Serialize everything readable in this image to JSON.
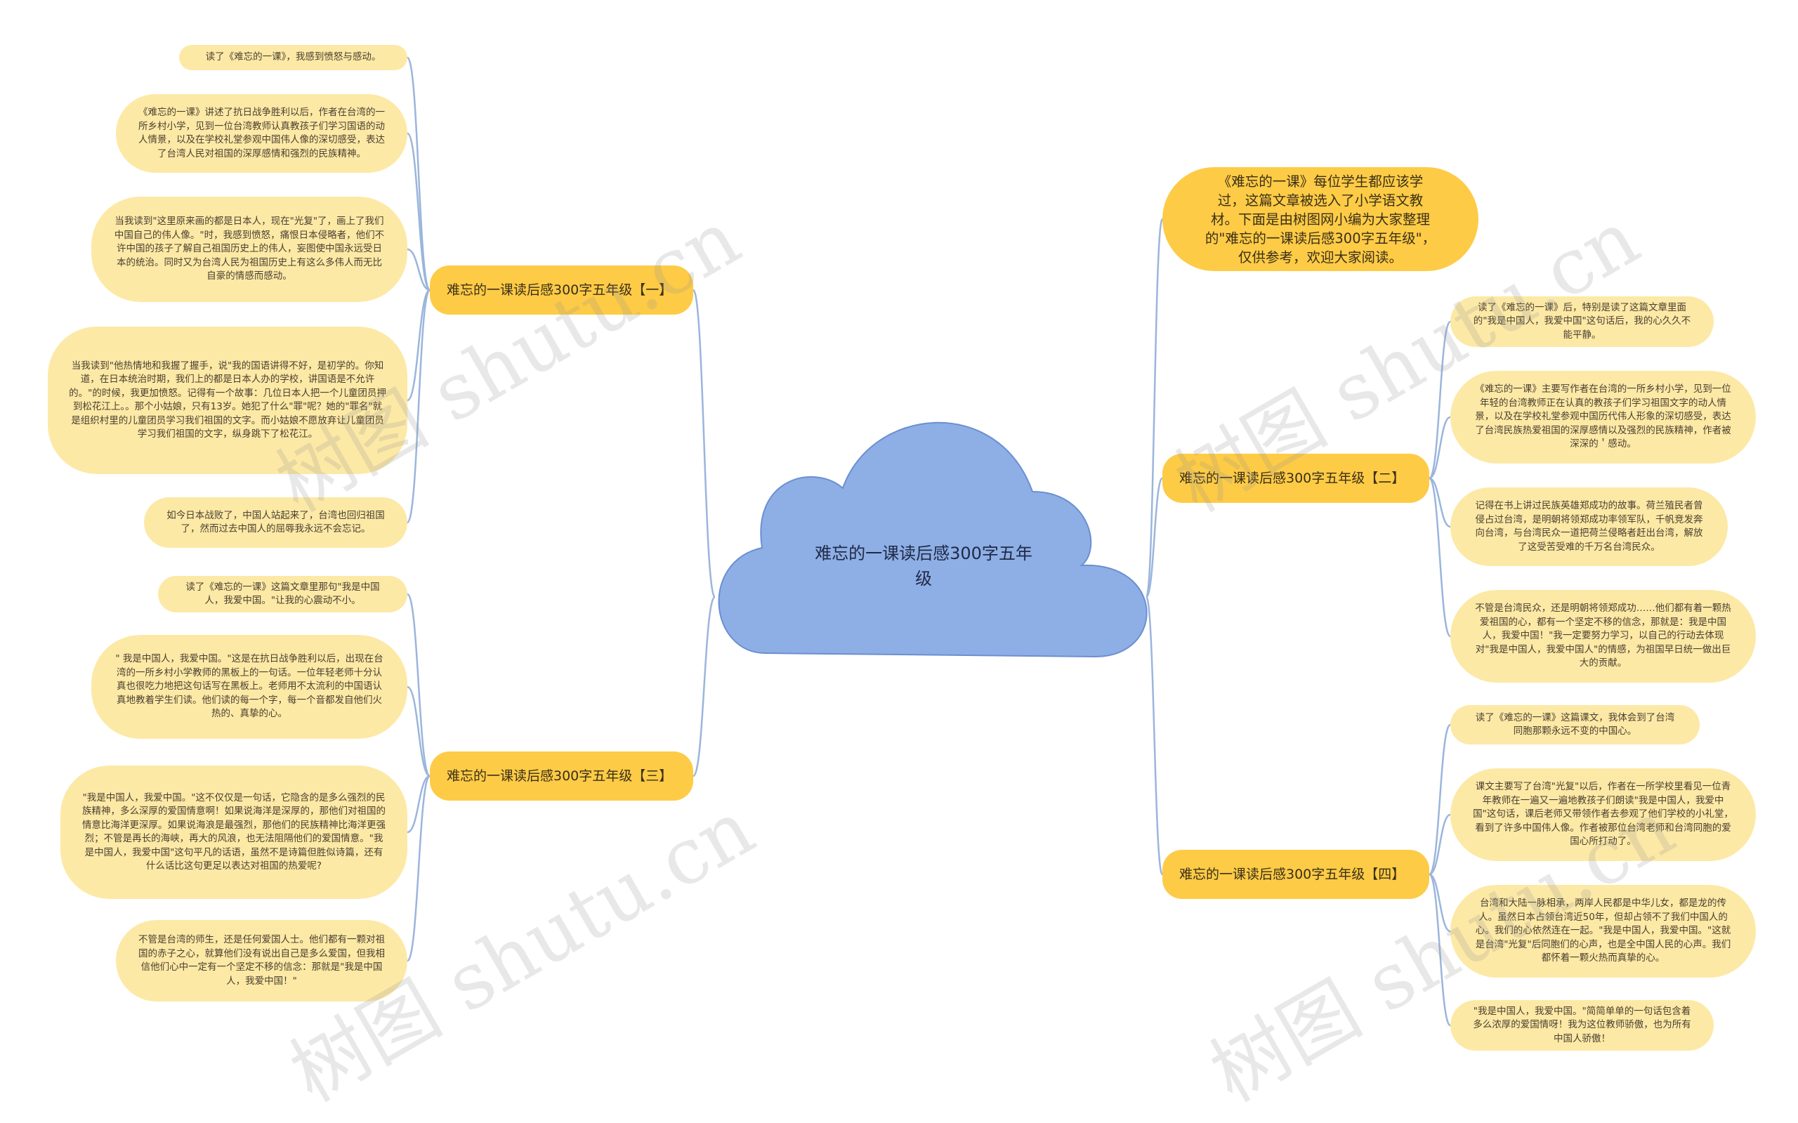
{
  "center": {
    "title": "难忘的一课读后感300字五年级"
  },
  "intro": "《难忘的一课》每位学生都应该学过，这篇文章被选入了小学语文教材。下面是由树图网小编为大家整理的\"难忘的一课读后感300字五年级\"，仅供参考，欢迎大家阅读。",
  "branches": [
    {
      "label": "难忘的一课读后感300字五年级【一】"
    },
    {
      "label": "难忘的一课读后感300字五年级【三】"
    },
    {
      "label": "难忘的一课读后感300字五年级【二】"
    },
    {
      "label": "难忘的一课读后感300字五年级【四】"
    }
  ],
  "b1_leaves": [
    "读了《难忘的一课》，我感到愤怒与感动。",
    "《难忘的一课》讲述了抗日战争胜利以后，作者在台湾的一所乡村小学，见到一位台湾教师认真教孩子们学习国语的动人情景，以及在学校礼堂参观中国伟人像的深切感受，表达了台湾人民对祖国的深厚感情和强烈的民族精神。",
    "当我读到\"这里原来画的都是日本人，现在\"光复\"了，画上了我们中国自己的伟人像。\"时，我感到愤怒，痛恨日本侵略者，他们不许中国的孩子了解自己祖国历史上的伟人，妄图使中国永远受日本的统治。同时又为台湾人民为祖国历史上有这么多伟人而无比自豪的情感而感动。",
    "当我读到\"他热情地和我握了握手，说\"我的国语讲得不好，是初学的。你知道，在日本统治时期，我们上的都是日本人办的学校，讲国语是不允许的。\"的时候，我更加愤怒。记得有一个故事：几位日本人把一个儿童团员押到松花江上。。那个小姑娘，只有13岁。她犯了什么\"罪\"呢？她的\"罪名\"就是组织村里的儿童团员学习我们祖国的文字。而小姑娘不愿放弃让儿童团员学习我们祖国的文字，纵身跳下了松花江。",
    "如今日本战败了，中国人站起来了，台湾也回归祖国了，然而过去中国人的屈辱我永远不会忘记。"
  ],
  "b3_leaves": [
    "读了《难忘的一课》这篇文章里那句\"我是中国人，我爱中国。\"让我的心震动不小。",
    "\" 我是中国人，我爱中国。\"这是在抗日战争胜利以后，出现在台湾的一所乡村小学教师的黑板上的一句话。一位年轻老师十分认真也很吃力地把这句话写在黑板上。老师用不太流利的中国语认真地教着学生们读。他们读的每一个字，每一个音都发自他们火热的、真挚的心。",
    "\"我是中国人，我爱中国。\"这不仅仅是一句话，它隐含的是多么强烈的民族精神，多么深厚的爱国情意啊！如果说海洋是深厚的，那他们对祖国的情意比海洋更深厚。如果说海浪是最强烈，那他们的民族精神比海洋更强烈；不管是再长的海峡，再大的风浪，也无法阻隔他们的爱国情意。\"我是中国人，我爱中国\"这句平凡的话语，虽然不是诗篇但胜似诗篇，还有什么话比这句更足以表达对祖国的热爱呢?",
    "不管是台湾的师生，还是任何爱国人士。他们都有一颗对祖国的赤子之心，就算他们没有说出自己是多么爱国，但我相信他们心中一定有一个坚定不移的信念：那就是\"我是中国人，我爱中国！\""
  ],
  "b2_leaves": [
    "读了《难忘的一课》后，特别是读了这篇文章里面的\"我是中国人，我爱中国\"这句话后，我的心久久不能平静。",
    "《难忘的一课》主要写作者在台湾的一所乡村小学，见到一位年轻的台湾教师正在认真的教孩子们学习祖国文字的动人情景，以及在学校礼堂参观中国历代伟人形象的深切感受，表达了台湾民族热爱祖国的深厚感情以及强烈的民族精神，作者被深深的＇感动。",
    "记得在书上讲过民族英雄郑成功的故事。荷兰殖民者曾侵占过台湾，是明朝将领郑成功率领军队，千帆竞发奔向台湾，与台湾民众一道把荷兰侵略者赶出台湾，解放了这受苦受难的千万名台湾民众。",
    "不管是台湾民众，还是明朝将领郑成功……他们都有着一颗热爱祖国的心，都有一个坚定不移的信念，那就是：我是中国人，我爱中国！\"我一定要努力学习，以自己的行动去体现对\"我是中国人，我爱中国人\"的情感，为祖国早日统一做出巨大的贡献。"
  ],
  "b4_leaves": [
    "读了《难忘的一课》这篇课文，我体会到了台湾同胞那颗永远不变的中国心。",
    "课文主要写了台湾\"光复\"以后，作者在一所学校里看见一位青年教师在一遍又一遍地教孩子们朗读\"我是中国人，我爱中国\"这句话，课后老师又带领作者去参观了他们学校的小礼堂，看到了许多中国伟人像。作者被那位台湾老师和台湾同胞的爱国心所打动了。",
    "台湾和大陆一脉相承，两岸人民都是中华儿女，都是龙的传人。虽然日本占领台湾近50年，但却占领不了我们中国人的心。我们的心依然连在一起。\"我是中国人，我爱中国。\"这就是台湾\"光复\"后同胞们的心声，也是全中国人民的心声。我们都怀着一颗火热而真挚的心。",
    "\"我是中国人，我爱中国。\"简简单单的一句话包含着多么浓厚的爱国情呀！我为这位教师骄傲，也为所有中国人骄傲！"
  ],
  "watermark": "树图 shutu.cn",
  "colors": {
    "cloud": "#8eaee6",
    "branch": "#fdcb45",
    "leaf": "#fde9a6",
    "connector": "#9bb5dc"
  }
}
